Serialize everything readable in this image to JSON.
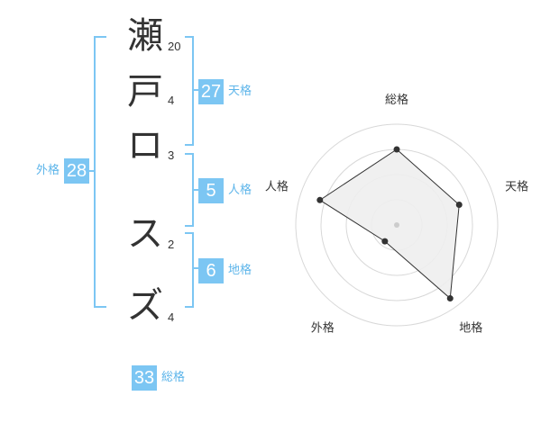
{
  "name_chars": [
    {
      "char": "瀬",
      "strokes": "20"
    },
    {
      "char": "戸",
      "strokes": "4"
    },
    {
      "char": "ロ",
      "strokes": "3"
    },
    {
      "char": "ス",
      "strokes": "2"
    },
    {
      "char": "ズ",
      "strokes": "4"
    }
  ],
  "kakusu": {
    "tenkaku": {
      "value": "27",
      "label": "天格"
    },
    "jinkaku": {
      "value": "5",
      "label": "人格"
    },
    "chikaku": {
      "value": "6",
      "label": "地格"
    },
    "gaikaku": {
      "value": "28",
      "label": "外格"
    },
    "soukaku": {
      "value": "33",
      "label": "総格"
    }
  },
  "colors": {
    "accent": "#7cc6f3",
    "accent_text": "#5db5ea",
    "polygon_fill": "#eeeeee"
  },
  "chart_data": {
    "type": "radar",
    "axes": [
      "総格",
      "天格",
      "地格",
      "外格",
      "人格"
    ],
    "values": [
      0.75,
      0.65,
      0.9,
      0.2,
      0.8
    ],
    "rings": 4,
    "grid": true
  }
}
